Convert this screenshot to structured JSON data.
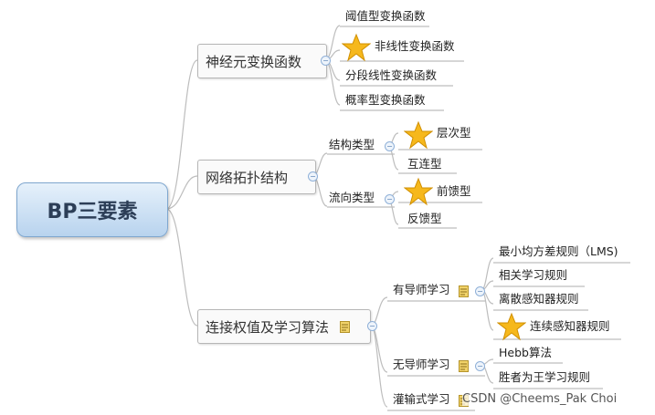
{
  "root": {
    "label": "BP三要素"
  },
  "branches": [
    {
      "label": "神经元变换函数",
      "children": [
        {
          "label": "阈值型变换函数"
        },
        {
          "label": "非线性变换函数",
          "starred": true
        },
        {
          "label": "分段线性变换函数"
        },
        {
          "label": "概率型变换函数"
        }
      ]
    },
    {
      "label": "网络拓扑结构",
      "children": [
        {
          "label": "结构类型",
          "children": [
            {
              "label": "层次型",
              "starred": true
            },
            {
              "label": "互连型"
            }
          ]
        },
        {
          "label": "流向类型",
          "children": [
            {
              "label": "前馈型",
              "starred": true
            },
            {
              "label": "反馈型"
            }
          ]
        }
      ]
    },
    {
      "label": "连接权值及学习算法",
      "has_note": true,
      "children": [
        {
          "label": "有导师学习",
          "has_note": true,
          "children": [
            {
              "label": "最小均方差规则（LMS)"
            },
            {
              "label": "相关学习规则"
            },
            {
              "label": "离散感知器规则"
            },
            {
              "label": "连续感知器规则",
              "starred": true
            }
          ]
        },
        {
          "label": "无导师学习",
          "has_note": true,
          "children": [
            {
              "label": "Hebb算法"
            },
            {
              "label": "胜者为王学习规则"
            }
          ]
        },
        {
          "label": "灌输式学习",
          "has_note": true
        }
      ]
    }
  ],
  "icons": {
    "star": "star-icon",
    "note": "note-icon",
    "collapse": "collapse-icon"
  },
  "colors": {
    "root_fill": "#c9def3",
    "star": "#f6b81c",
    "note": "#e6c95a",
    "link": "#b9b9b9"
  },
  "watermark": "CSDN @Cheems_Pak Choi"
}
